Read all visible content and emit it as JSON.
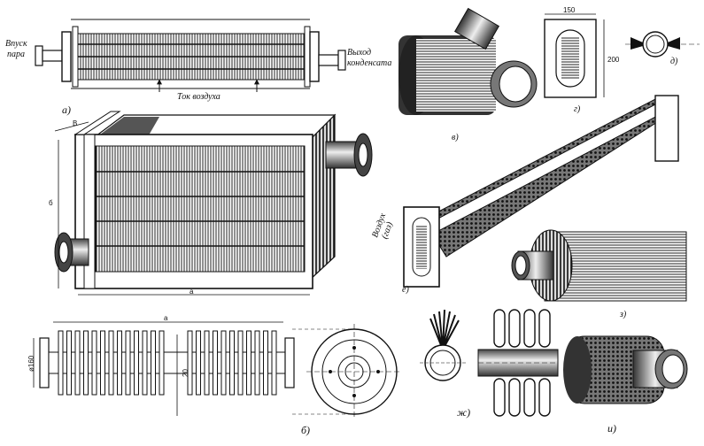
{
  "labels": {
    "a": "а)",
    "b": "б)",
    "v": "в)",
    "g": "г)",
    "d": "д)",
    "e": "е)",
    "zh": "ж)",
    "z": "з)",
    "i": "и)"
  },
  "annotations": {
    "steam_inlet_line1": "Впуск",
    "steam_inlet_line2": "пара",
    "condensate_outlet_line1": "Выход",
    "condensate_outlet_line2": "конденсата",
    "air_flow": "Ток воздуха",
    "air_gas_line1": "Воздух",
    "air_gas_line2": "(газ)"
  },
  "dimensions": {
    "dim_B": "В",
    "dim_b": "б",
    "dim_a_box": "а",
    "dim_a_tube": "а",
    "dim_150": "150",
    "dim_200": "200",
    "dim_d160": "ø160",
    "dim_d20": "20"
  },
  "colors": {
    "ink": "#111111",
    "paper": "#ffffff",
    "shade": "#555555",
    "dark": "#2a2a2a"
  }
}
